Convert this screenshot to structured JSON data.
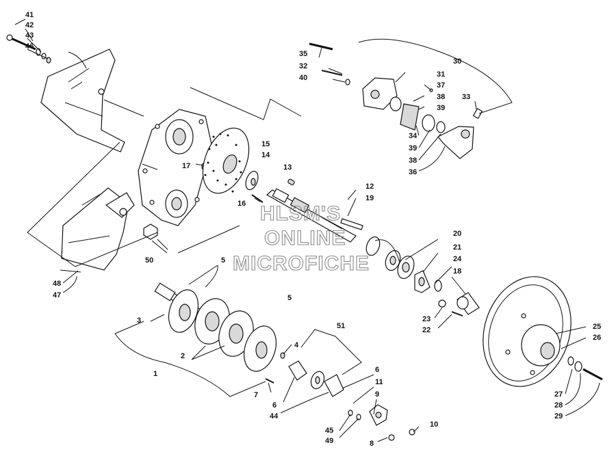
{
  "watermark": [
    "HLSM'S",
    "ONLINE",
    "MICROFICHE"
  ],
  "callouts": {
    "c41": "41",
    "c42": "42",
    "c43": "43",
    "c46": "46",
    "c35": "35",
    "c32": "32",
    "c40": "40",
    "c30": "30",
    "c31": "31",
    "c37": "37",
    "c38a": "38",
    "c39a": "39",
    "c33": "33",
    "c34": "34",
    "c39b": "39",
    "c38b": "38",
    "c36": "36",
    "c15": "15",
    "c14": "14",
    "c13": "13",
    "c17": "17",
    "c16": "16",
    "c12": "12",
    "c19": "19",
    "c50": "50",
    "c48": "48",
    "c47": "47",
    "c20": "20",
    "c21": "21",
    "c24": "24",
    "c18": "18",
    "c23": "23",
    "c22": "22",
    "c5a": "5",
    "c5b": "5",
    "c3": "3",
    "c2": "2",
    "c4": "4",
    "c51": "51",
    "c1": "1",
    "c7": "7",
    "c6a": "6",
    "c6b": "6",
    "c44": "44",
    "c11": "11",
    "c9": "9",
    "c45": "45",
    "c49": "49",
    "c8": "8",
    "c10": "10",
    "c25": "25",
    "c26": "26",
    "c27": "27",
    "c28": "28",
    "c29": "29"
  }
}
